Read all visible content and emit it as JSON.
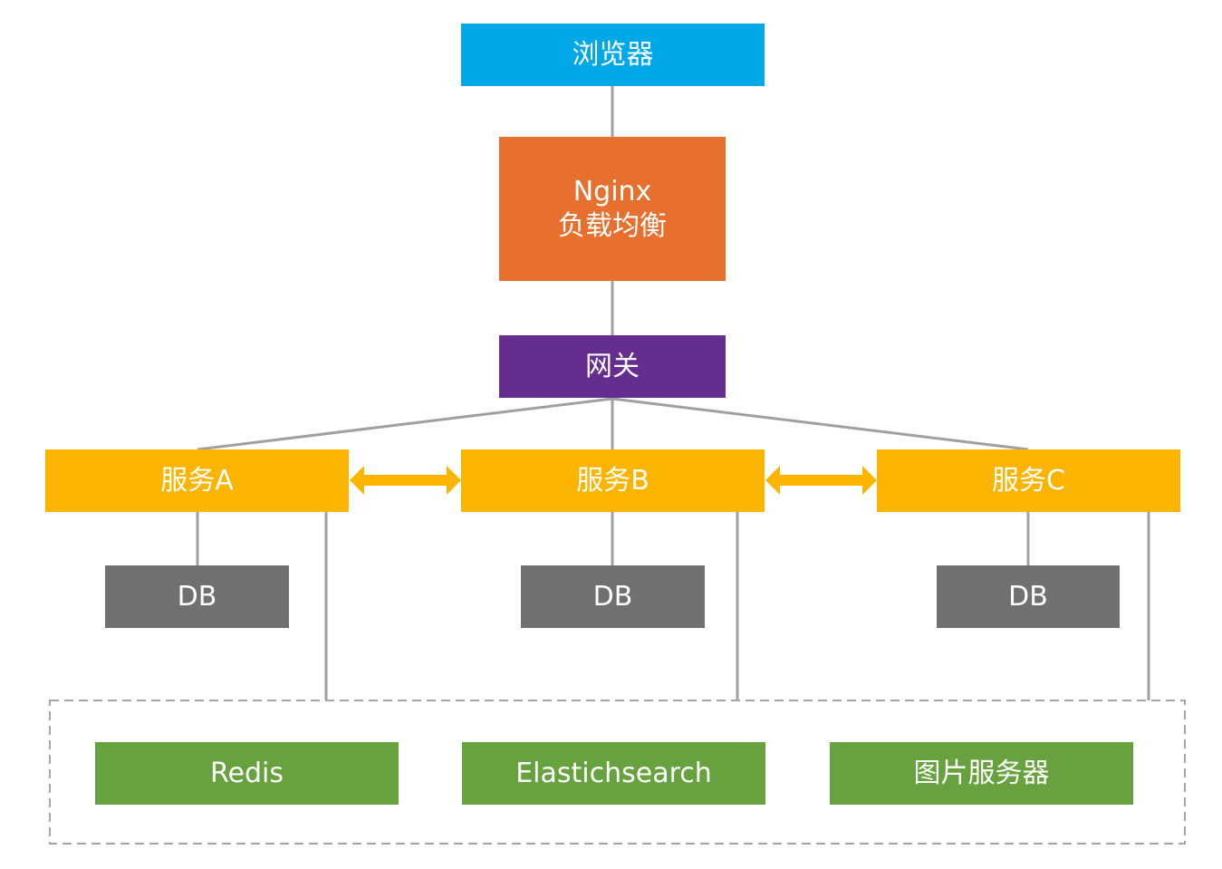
{
  "diagram": {
    "colors": {
      "browser": "#00a8e8",
      "load_balancer": "#e8702e",
      "gateway": "#662d91",
      "service": "#fbb400",
      "db": "#707070",
      "shared": "#67a23f",
      "connector": "#a0a0a0",
      "arrow": "#fbb400",
      "group_border": "#a6a6a6"
    },
    "browser": {
      "label": "浏览器"
    },
    "nginx": {
      "line1": "Nginx",
      "line2": "负载均衡"
    },
    "gateway": {
      "label": "网关"
    },
    "services": [
      {
        "label": "服务A"
      },
      {
        "label": "服务B"
      },
      {
        "label": "服务C"
      }
    ],
    "dbs": [
      {
        "label": "DB"
      },
      {
        "label": "DB"
      },
      {
        "label": "DB"
      }
    ],
    "shared_resources": [
      {
        "label": "Redis"
      },
      {
        "label": "Elastichsearch"
      },
      {
        "label": "图片服务器"
      }
    ]
  }
}
